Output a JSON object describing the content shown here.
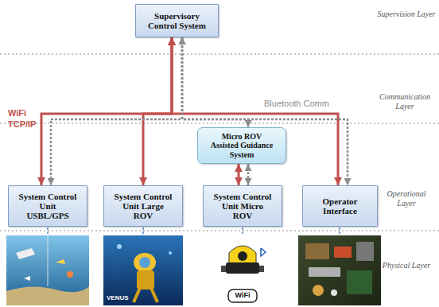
{
  "diagram": {
    "nodes": [
      {
        "text": [
          "Supervisory Control System"
        ]
      },
      {
        "text": [
          "Micro ROV Assisted Guidance System"
        ]
      },
      {
        "text": [
          "System Control Unit USBL/GPS"
        ]
      },
      {
        "text": [
          "System Control Unit Large ROV"
        ]
      },
      {
        "text": [
          "System Control Unit Micro ROV"
        ]
      },
      {
        "text": [
          "Operator Interface"
        ]
      }
    ],
    "edges": [
      {
        "from": 0,
        "to": 2,
        "arrow": "both"
      },
      {
        "from": 0,
        "to": 3,
        "arrow": "both"
      },
      {
        "from": 0,
        "to": 5,
        "arrow": "both"
      },
      {
        "from": 1,
        "to": 4,
        "arrow": "both"
      },
      {
        "from": 0,
        "to": 2,
        "arrow": "both"
      },
      {
        "from": 0,
        "to": 1,
        "arrow": "both"
      },
      {
        "from": 0,
        "to": 5,
        "arrow": "both"
      },
      {
        "from": 1,
        "to": 4,
        "arrow": "both"
      }
    ],
    "labels": [
      "Supervision Layer",
      "Communication Layer",
      "Operational Layer",
      "Physical Layer",
      "WiFi",
      "TCP/IP",
      "Bluetooth Comm",
      "VENUS",
      "WiFi"
    ]
  }
}
